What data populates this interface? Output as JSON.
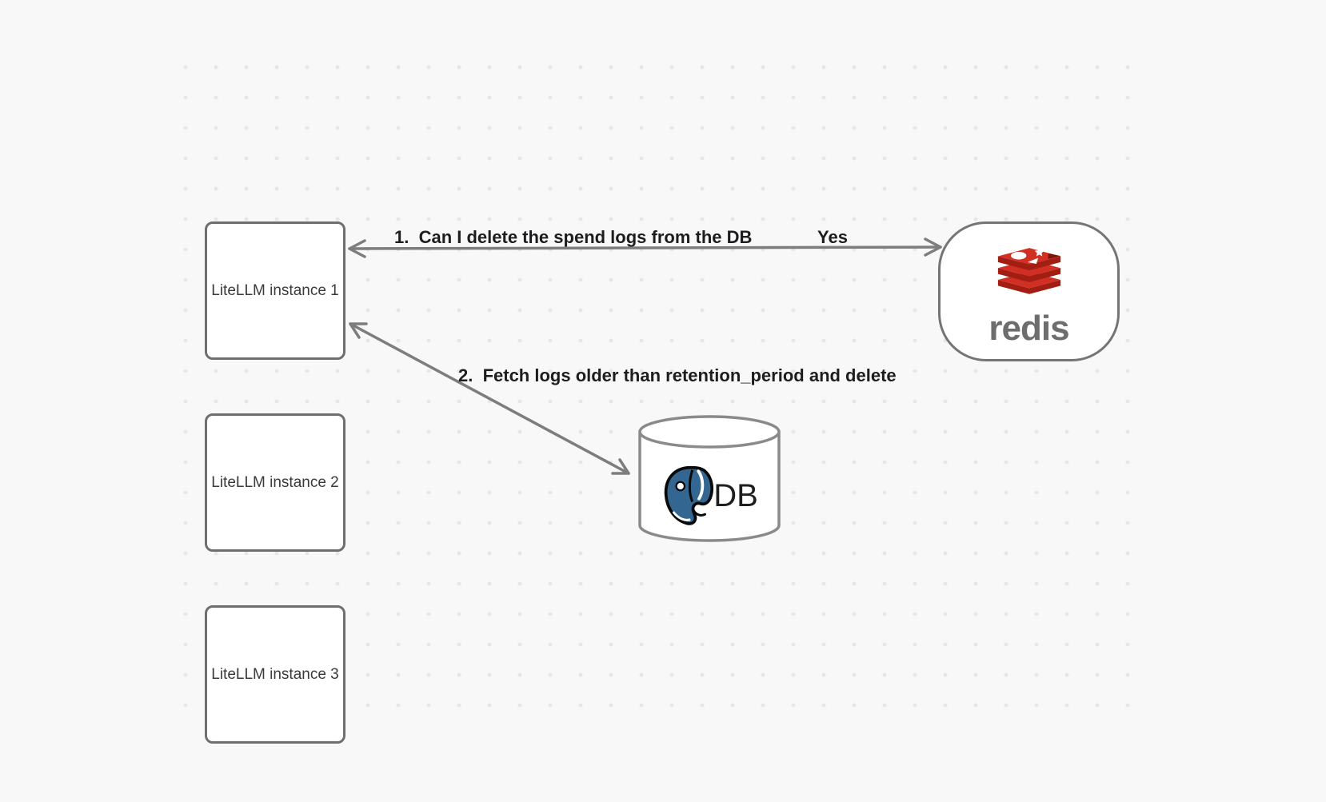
{
  "diagram": {
    "nodes": {
      "instances": [
        {
          "label": "LiteLLM instance 1"
        },
        {
          "label": "LiteLLM instance 2"
        },
        {
          "label": "LiteLLM instance 3"
        }
      ],
      "redis": {
        "wordmark": "redis"
      },
      "db": {
        "label": "DB"
      }
    },
    "edges": {
      "redis_edge": {
        "label": "1.  Can I delete the spend logs from the DB",
        "answer": "Yes"
      },
      "db_edge": {
        "label": "2.  Fetch logs older than retention_period and delete"
      }
    },
    "colors": {
      "background": "#f8f8f8",
      "dot": "#e7e7e7",
      "node_border": "#6e6e6e",
      "arrow": "#7d7d7d",
      "label_text": "#1d1d1f",
      "redis_red_top": "#d12f23",
      "redis_red_side": "#a21d12",
      "redis_wordmark_gray": "#6d6d6d",
      "postgres_blue": "#336791"
    }
  }
}
